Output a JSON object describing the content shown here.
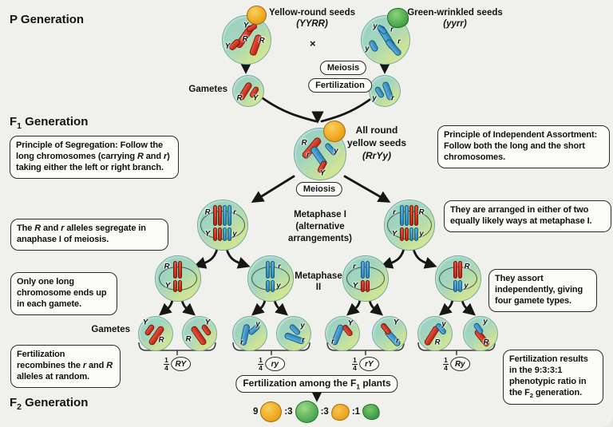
{
  "colors": {
    "background": "#f0f0ec",
    "cell_teal": "#9ad2c5",
    "cell_yellowgreen": "#e0ea88",
    "chromosome_red": "#c22413",
    "chromosome_blue": "#2c84ba",
    "seed_yellow": "#f0a71d",
    "seed_green": "#42a449",
    "box_border": "#2b2b2b",
    "box_bg": "#fbfbf7",
    "text": "#141414"
  },
  "headings": {
    "p": "P Generation",
    "f1": [
      {
        "t": "F"
      },
      {
        "t": "1",
        "sub": true
      },
      {
        "t": " Generation"
      }
    ],
    "f2": [
      {
        "t": "F"
      },
      {
        "t": "2",
        "sub": true
      },
      {
        "t": " Generation"
      }
    ]
  },
  "parents": {
    "left": {
      "name": "Yellow-round seeds",
      "genotype": "(YYRR)"
    },
    "right": {
      "name": "Green-wrinkled seeds",
      "genotype": "(yyrr)"
    },
    "cross": "×"
  },
  "process": {
    "meiosis_top": "Meiosis",
    "fertilization": "Fertilization",
    "meiosis_mid": "Meiosis"
  },
  "gametes_label_p": "Gametes",
  "gametes_label_f1": "Gametes",
  "f1_seed": {
    "lines": [
      "All round",
      "yellow seeds"
    ],
    "genotype": "(RrYy)"
  },
  "metaphase1": [
    "Metaphase I",
    "(alternative",
    "arrangements)"
  ],
  "metaphase2": [
    "Metaphase",
    "II"
  ],
  "callouts": {
    "segregation": [
      {
        "t": "Principle of Segregation:"
      },
      {
        "t": " Follow the long chromosomes (carrying "
      },
      {
        "t": "R",
        "i": true
      },
      {
        "t": " and "
      },
      {
        "t": "r",
        "i": true
      },
      {
        "t": ") taking either the left or right branch."
      }
    ],
    "rr_segregate": [
      {
        "t": "The "
      },
      {
        "t": "R",
        "i": true
      },
      {
        "t": " and "
      },
      {
        "t": "r",
        "i": true
      },
      {
        "t": " alleles segregate in anaphase I of meiosis."
      }
    ],
    "one_long": [
      {
        "t": "Only one long chromosome ends up in each gamete."
      }
    ],
    "fert_recombines": [
      {
        "t": "Fertilization recombines the "
      },
      {
        "t": "r",
        "i": true
      },
      {
        "t": " and "
      },
      {
        "t": "R",
        "i": true
      },
      {
        "t": " alleles at random."
      }
    ],
    "independent": [
      {
        "t": "Principle of Independent Assortment:"
      },
      {
        "t": "  Follow both the long and the short chromosomes."
      }
    ],
    "two_ways": [
      {
        "t": "They are arranged in either of two equally likely ways at metaphase I."
      }
    ],
    "assort": [
      {
        "t": "They assort independently, giving four gamete types."
      }
    ],
    "ratio_9331": [
      {
        "t": "Fertilization results in the 9:3:3:1 phenotypic ratio in the F"
      },
      {
        "t": "2",
        "sub": true
      },
      {
        "t": " generation."
      }
    ]
  },
  "fractions": [
    {
      "n": "1",
      "d": "4",
      "genotype": "RY"
    },
    {
      "n": "1",
      "d": "4",
      "genotype": "ry"
    },
    {
      "n": "1",
      "d": "4",
      "genotype": "rY"
    },
    {
      "n": "1",
      "d": "4",
      "genotype": "Ry"
    }
  ],
  "fert_banner": [
    {
      "t": "Fertilization among the F"
    },
    {
      "t": "1",
      "sub": true
    },
    {
      "t": " plants"
    }
  ],
  "ratio_row": [
    {
      "count": "9",
      "seed": "yellow-round"
    },
    {
      "count": ":3",
      "seed": "green-round"
    },
    {
      "count": ":3",
      "seed": "yellow-wrinkled"
    },
    {
      "count": ":1",
      "seed": "green-wrinkled"
    }
  ],
  "cell_contents": {
    "p_left": [
      {
        "l": "R",
        "c": "red"
      },
      {
        "l": "R",
        "c": "red"
      },
      {
        "l": "Y",
        "c": "red"
      },
      {
        "l": "Y",
        "c": "red"
      }
    ],
    "p_right": [
      {
        "l": "r",
        "c": "blue"
      },
      {
        "l": "r",
        "c": "blue"
      },
      {
        "l": "y",
        "c": "blue"
      },
      {
        "l": "y",
        "c": "blue"
      }
    ],
    "gam_p_left": [
      {
        "l": "R",
        "c": "red"
      },
      {
        "l": "Y",
        "c": "red"
      }
    ],
    "gam_p_right": [
      {
        "l": "y",
        "c": "blue"
      },
      {
        "l": "r",
        "c": "blue"
      }
    ],
    "f1": [
      {
        "l": "R",
        "c": "red"
      },
      {
        "l": "r",
        "c": "blue"
      },
      {
        "l": "y",
        "c": "blue"
      },
      {
        "l": "Y",
        "c": "red"
      }
    ],
    "mi_left": [
      {
        "l": "R",
        "c": "red"
      },
      {
        "l": "r",
        "c": "blue"
      },
      {
        "l": "Y",
        "c": "red"
      },
      {
        "l": "y",
        "c": "blue"
      }
    ],
    "mi_right": [
      {
        "l": "r",
        "c": "blue"
      },
      {
        "l": "R",
        "c": "red"
      },
      {
        "l": "Y",
        "c": "red"
      },
      {
        "l": "y",
        "c": "blue"
      }
    ],
    "mii_1": [
      {
        "l": "R",
        "c": "red"
      },
      {
        "l": "Y",
        "c": "red"
      }
    ],
    "mii_2": [
      {
        "l": "r",
        "c": "blue"
      },
      {
        "l": "y",
        "c": "blue"
      }
    ],
    "mii_3": [
      {
        "l": "r",
        "c": "blue"
      },
      {
        "l": "Y",
        "c": "red"
      }
    ],
    "mii_4": [
      {
        "l": "R",
        "c": "red"
      },
      {
        "l": "y",
        "c": "blue"
      }
    ],
    "g1": [
      {
        "l": "R",
        "c": "red"
      },
      {
        "l": "Y",
        "c": "red"
      }
    ],
    "g2": [
      {
        "l": "R",
        "c": "red"
      },
      {
        "l": "Y",
        "c": "red"
      }
    ],
    "g3": [
      {
        "l": "r",
        "c": "blue"
      },
      {
        "l": "y",
        "c": "blue"
      }
    ],
    "g4": [
      {
        "l": "r",
        "c": "blue"
      },
      {
        "l": "y",
        "c": "blue"
      }
    ],
    "g5": [
      {
        "l": "r",
        "c": "blue"
      },
      {
        "l": "Y",
        "c": "red"
      }
    ],
    "g6": [
      {
        "l": "r",
        "c": "blue"
      },
      {
        "l": "Y",
        "c": "red"
      }
    ],
    "g7": [
      {
        "l": "R",
        "c": "red"
      },
      {
        "l": "y",
        "c": "blue"
      }
    ],
    "g8": [
      {
        "l": "R",
        "c": "red"
      },
      {
        "l": "y",
        "c": "blue"
      }
    ]
  }
}
